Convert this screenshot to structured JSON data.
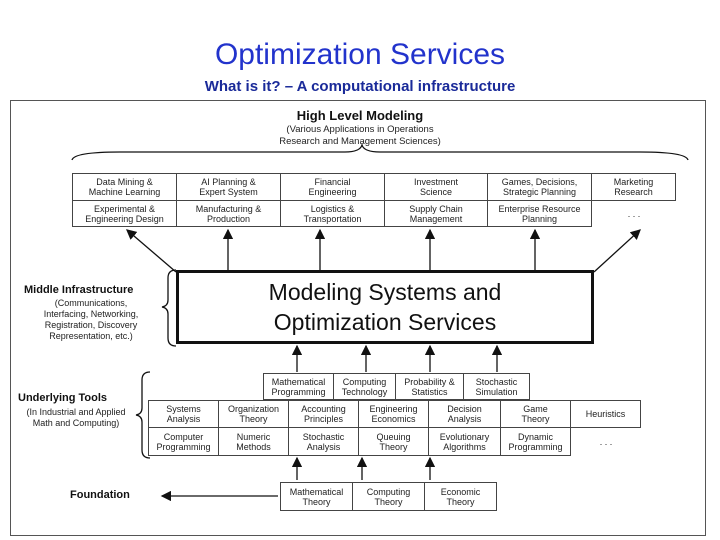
{
  "title": "Optimization Services",
  "subtitle": "What is it? – A computational infrastructure",
  "high_level": {
    "title": "High Level Modeling",
    "sub": [
      "(Various Applications in Operations",
      "Research and Management Sciences)"
    ],
    "row1": [
      "Data Mining &\nMachine Learning",
      "AI Planning &\nExpert System",
      "Financial\nEngineering",
      "Investment\nScience",
      "Games, Decisions,\nStrategic Planning",
      "Marketing\nResearch"
    ],
    "row2": [
      "Experimental &\nEngineering Design",
      "Manufacturing &\nProduction",
      "Logistics &\nTransportation",
      "Supply Chain\nManagement",
      "Enterprise Resource\nPlanning",
      ". . ."
    ]
  },
  "middle": {
    "label": "Middle Infrastructure",
    "sub": [
      "(Communications,",
      "Interfacing, Networking,",
      "Registration, Discovery",
      "Representation, etc.)"
    ],
    "box_line1": "Modeling Systems and",
    "box_line2": "Optimization Services"
  },
  "tools": {
    "label": "Underlying Tools",
    "sub": [
      "(In Industrial and Applied",
      "Math and Computing)"
    ],
    "top": [
      "Mathematical\nProgramming",
      "Computing\nTechnology",
      "Probability &\nStatistics",
      "Stochastic\nSimulation"
    ],
    "row1": [
      "Systems\nAnalysis",
      "Organization\nTheory",
      "Accounting\nPrinciples",
      "Engineering\nEconomics",
      "Decision\nAnalysis",
      "Game\nTheory",
      "Heuristics"
    ],
    "row2": [
      "Computer\nProgramming",
      "Numeric\nMethods",
      "Stochastic\nAnalysis",
      "Queuing\nTheory",
      "Evolutionary\nAlgorithms",
      "Dynamic\nProgramming",
      ". . ."
    ]
  },
  "foundation": {
    "label": "Foundation",
    "items": [
      "Mathematical\nTheory",
      "Computing\nTheory",
      "Economic\nTheory"
    ]
  }
}
